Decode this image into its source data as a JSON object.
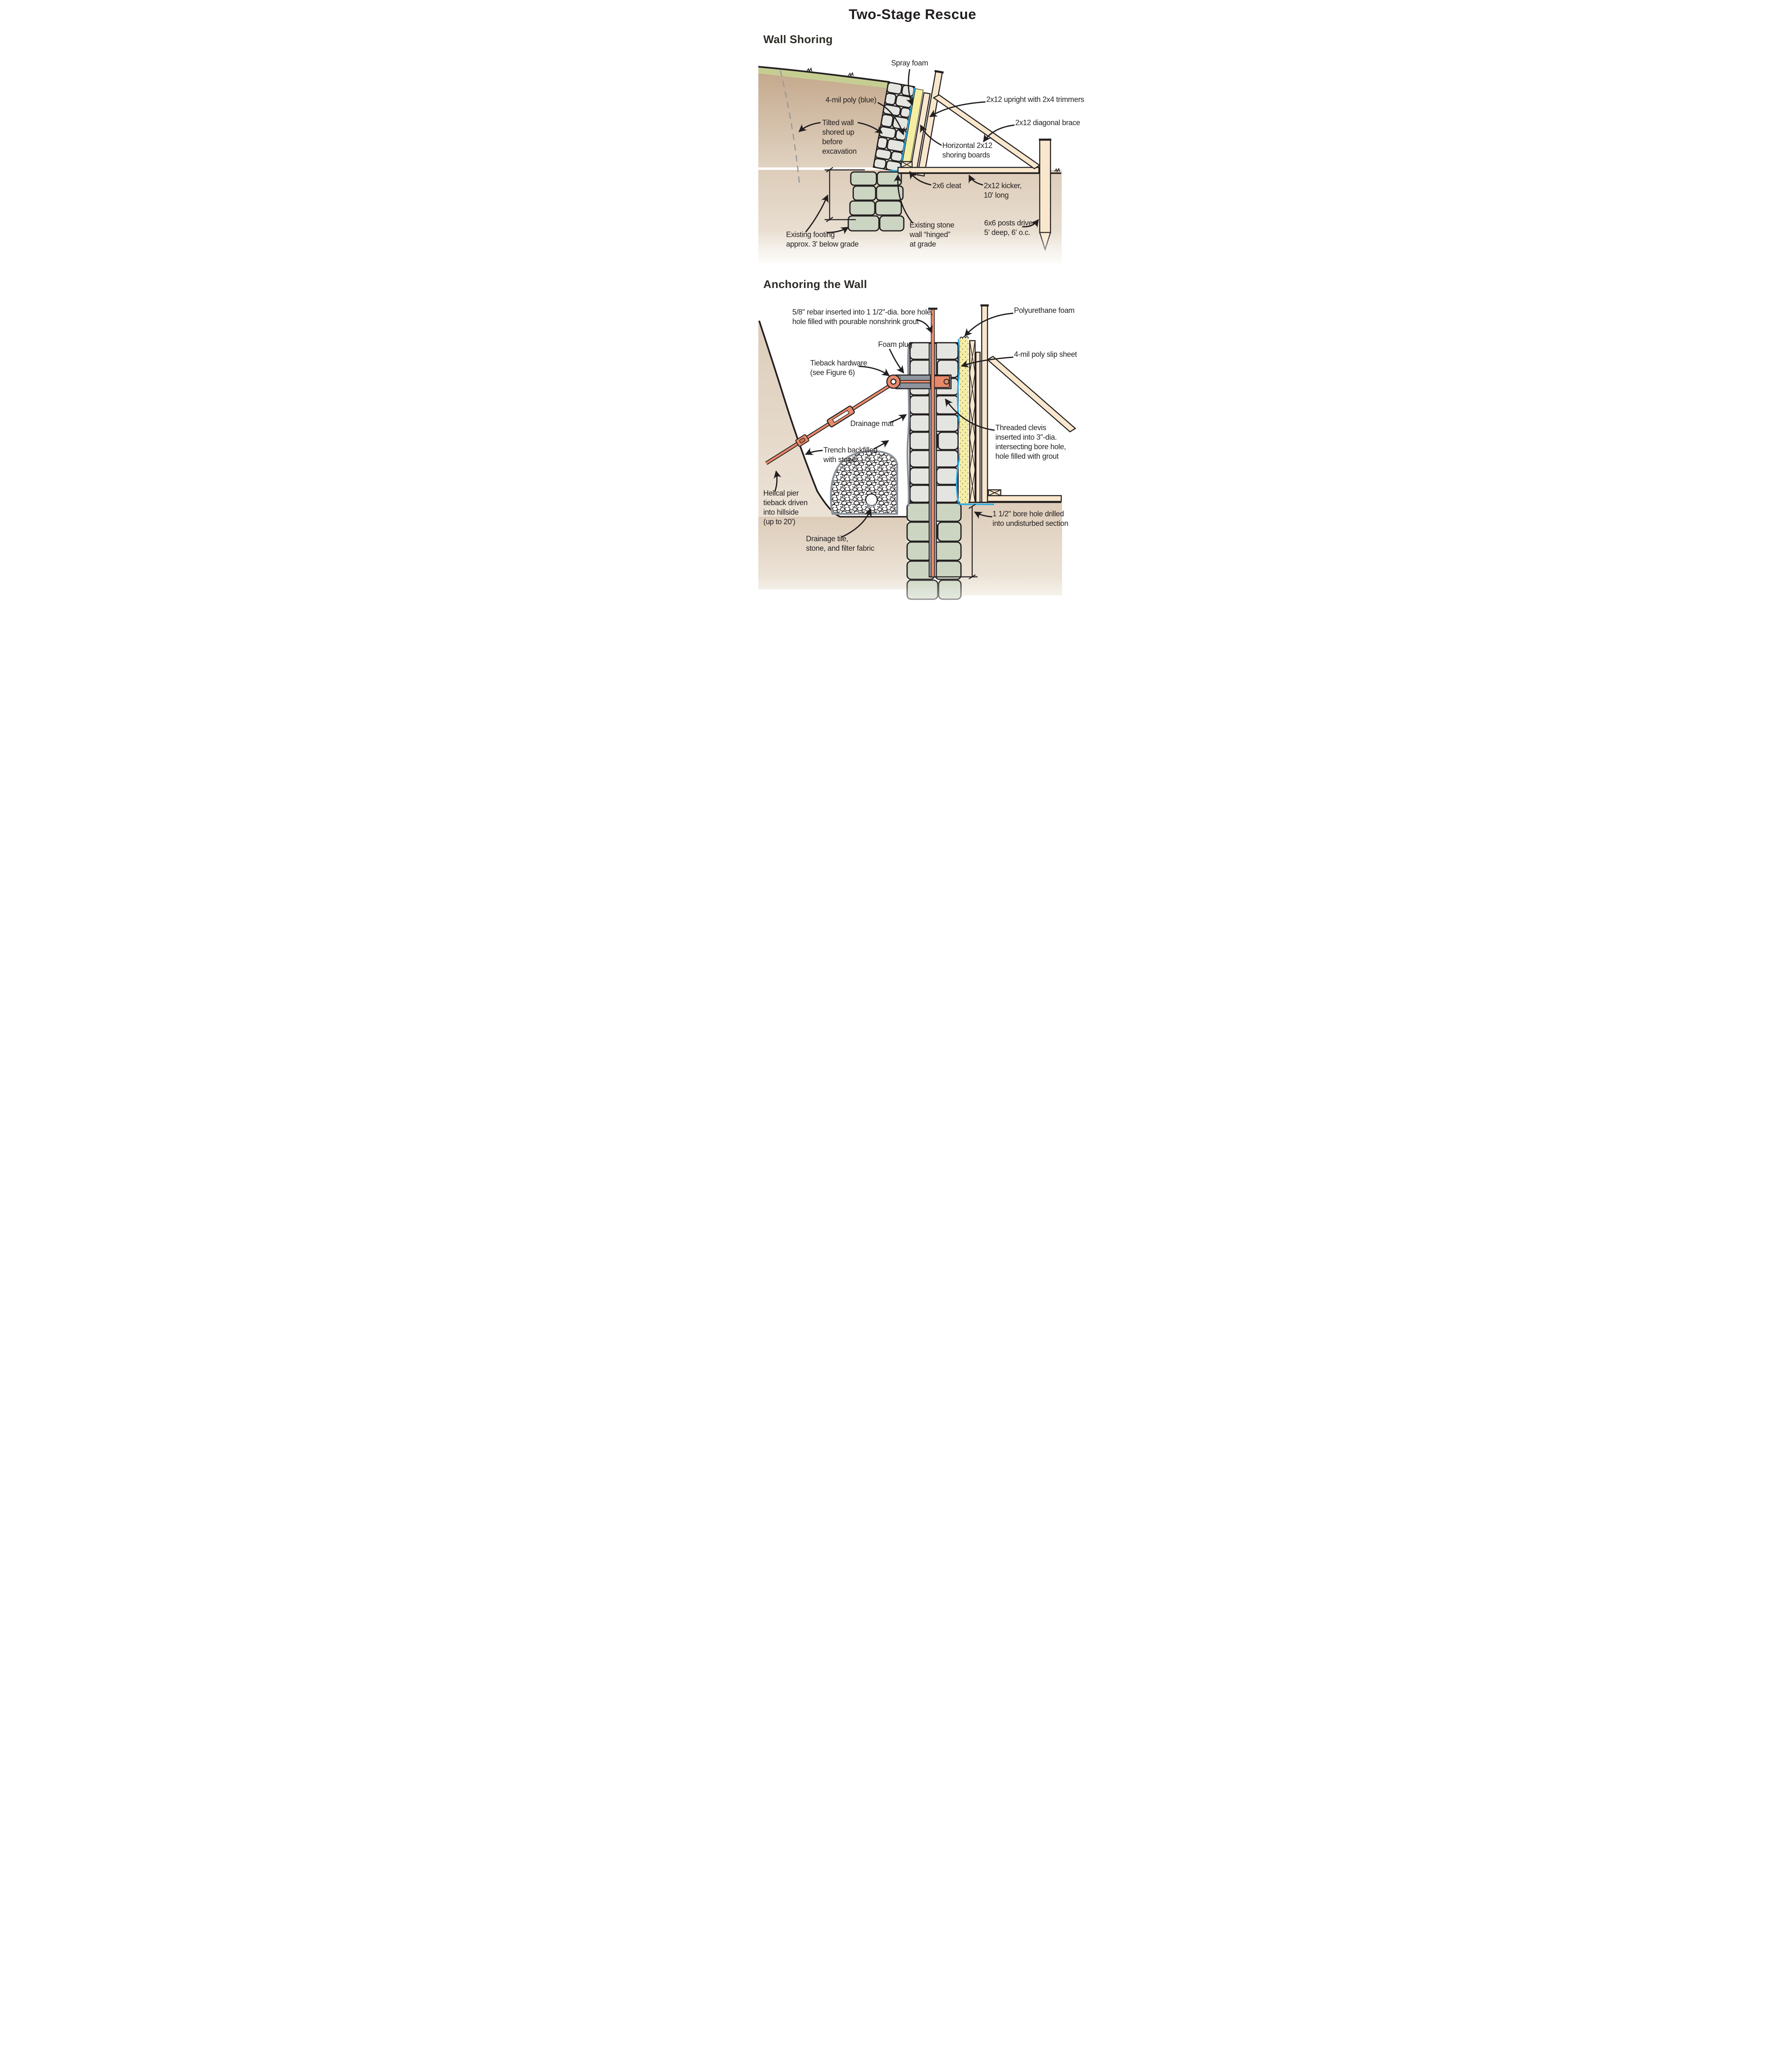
{
  "title": "Two-Stage Rescue",
  "colors": {
    "outline": "#231f20",
    "bank_earth": "#c3a78a",
    "subsoil": "#ddccb9",
    "grass": "#c6cd92",
    "stone_gray": "#e4e5e0",
    "stone_green": "#ccd5c2",
    "wood": "#f8e7cd",
    "foam_yellow": "#f5eda1",
    "poly_blue": "#29abe2",
    "hardware_orange": "#e8896a",
    "sleeve_gray": "#99a0a8",
    "drainage_mat_gray": "#8a9199",
    "shim_blue": "#bde6f7",
    "dashed_gray": "#9b9b9b"
  },
  "wall_shoring": {
    "heading": "Wall Shoring",
    "labels": {
      "spray_foam": "Spray foam",
      "poly_blue": "4-mil poly (blue)",
      "upright": "2x12 upright with 2x4 trimmers",
      "diagonal_brace": "2x12 diagonal brace",
      "tilted_wall": [
        "Tilted wall",
        "shored up",
        "before",
        "excavation"
      ],
      "shoring_boards": [
        "Horizontal 2x12",
        "shoring boards"
      ],
      "cleat": "2x6 cleat",
      "kicker": [
        "2x12 kicker,",
        "10' long"
      ],
      "stone_wall": [
        "Existing stone",
        "wall “hinged”",
        "at grade"
      ],
      "posts": [
        "6x6 posts driven",
        "5' deep, 6' o.c."
      ],
      "footing": [
        "Existing footing",
        "approx. 3' below grade"
      ]
    }
  },
  "anchoring": {
    "heading": "Anchoring the Wall",
    "labels": {
      "rebar": [
        "5/8\" rebar inserted into 1 1/2\"-dia. bore hole,",
        "hole filled with pourable nonshrink grout"
      ],
      "poly_foam": "Polyurethane foam",
      "foam_plug": "Foam plug",
      "slip_sheet": "4-mil poly slip sheet",
      "tieback": [
        "Tieback hardware",
        "(see Figure 6)"
      ],
      "clevis": [
        "Threaded clevis",
        "inserted into 3\"-dia.",
        "intersecting bore hole,",
        "hole filled with grout"
      ],
      "drainage_mat": "Drainage mat",
      "trench": [
        "Trench backfilled",
        "with stone"
      ],
      "helical": [
        "Helical pier",
        "tieback driven",
        "into hillside",
        "(up to 20')"
      ],
      "drainage_tile": [
        "Drainage tile,",
        "stone, and filter fabric"
      ],
      "bore_hole": [
        "1 1/2\" bore hole drilled",
        "into undisturbed section"
      ]
    }
  }
}
